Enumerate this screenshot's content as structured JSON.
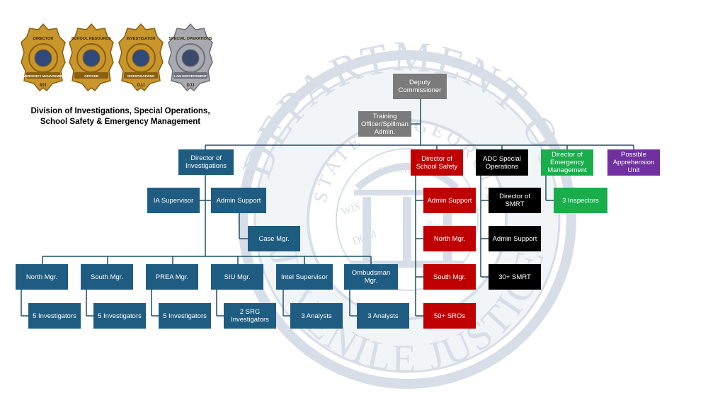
{
  "title": {
    "line1": "Division of Investigations, Special Operations,",
    "line2": "School Safety & Emergency Management"
  },
  "seal": {
    "top_text": "DEPARTMENT OF",
    "bottom_text": "JUVENILE JUSTICE",
    "inner_text": "STATE OF GEORGIA",
    "arch_text": "CONSTITUTION",
    "words": [
      "WIS",
      "DOM",
      "JUSTICE"
    ]
  },
  "badges": [
    {
      "icon": "director-badge-icon",
      "color": "#c9962b",
      "top": "DIRECTOR",
      "banner": "EMERGENCY MANAGEMENT",
      "num": "801"
    },
    {
      "icon": "school-resource-officer-badge-icon",
      "color": "#c9962b",
      "top": "SCHOOL RESOURCE",
      "banner": "OFFICER",
      "num": ""
    },
    {
      "icon": "investigator-badge-icon",
      "color": "#c9962b",
      "top": "INVESTIGATOR",
      "banner": "INVESTIGATIONS",
      "num": "DJJ"
    },
    {
      "icon": "special-operations-badge-icon",
      "color": "#a8aab0",
      "top": "SPECIAL OPERATIONS",
      "banner": "LAW ENFORCEMENT",
      "num": "DJJ"
    }
  ],
  "nodes": {
    "deputy_commissioner": "Deputy Commissioner",
    "training_officer": "Training Officer/Spillman Admin.",
    "director_investigations": "Director of Investigations",
    "ia_supervisor": "IA Supervisor",
    "admin_support_inv": "Admin Support",
    "case_mgr": "Case Mgr.",
    "north_mgr": "North Mgr.",
    "north_investigators": "5 Investigators",
    "south_mgr": "South Mgr.",
    "south_investigators": "5 Investigators",
    "prea_mgr": "PREA Mgr.",
    "prea_investigators": "5 Investigators",
    "siu_mgr": "SIU Mgr.",
    "siu_investigators": "2 SRG Investigators",
    "intel_supervisor": "Intel Supervisor",
    "intel_analysts": "3 Analysts",
    "ombudsman_mgr": "Ombudsman Mgr.",
    "ombudsman_analysts": "3 Analysts",
    "director_school_safety": "Director of School Safety",
    "admin_support_school": "Admin Support",
    "north_mgr_school": "North Mgr.",
    "south_mgr_school": "South Mgr.",
    "sros": "50+ SROs",
    "adc_special_ops": "ADC Special Operations",
    "director_smrt": "Director of SMRT",
    "admin_support_ops": "Admin Support",
    "smrt_30": "30+ SMRT",
    "director_emergency": "Director of Emergency Management",
    "inspectors": "3 Inspectors",
    "possible_apprehension": "Possible Apprehension Unit"
  },
  "colors": {
    "investigations": "#1f5c82",
    "deputy": "#7b7b7b",
    "school_safety": "#c00000",
    "special_operations": "#000000",
    "emergency": "#19ad4c",
    "apprehension": "#7030a0",
    "seal": "#a9b8cb"
  }
}
